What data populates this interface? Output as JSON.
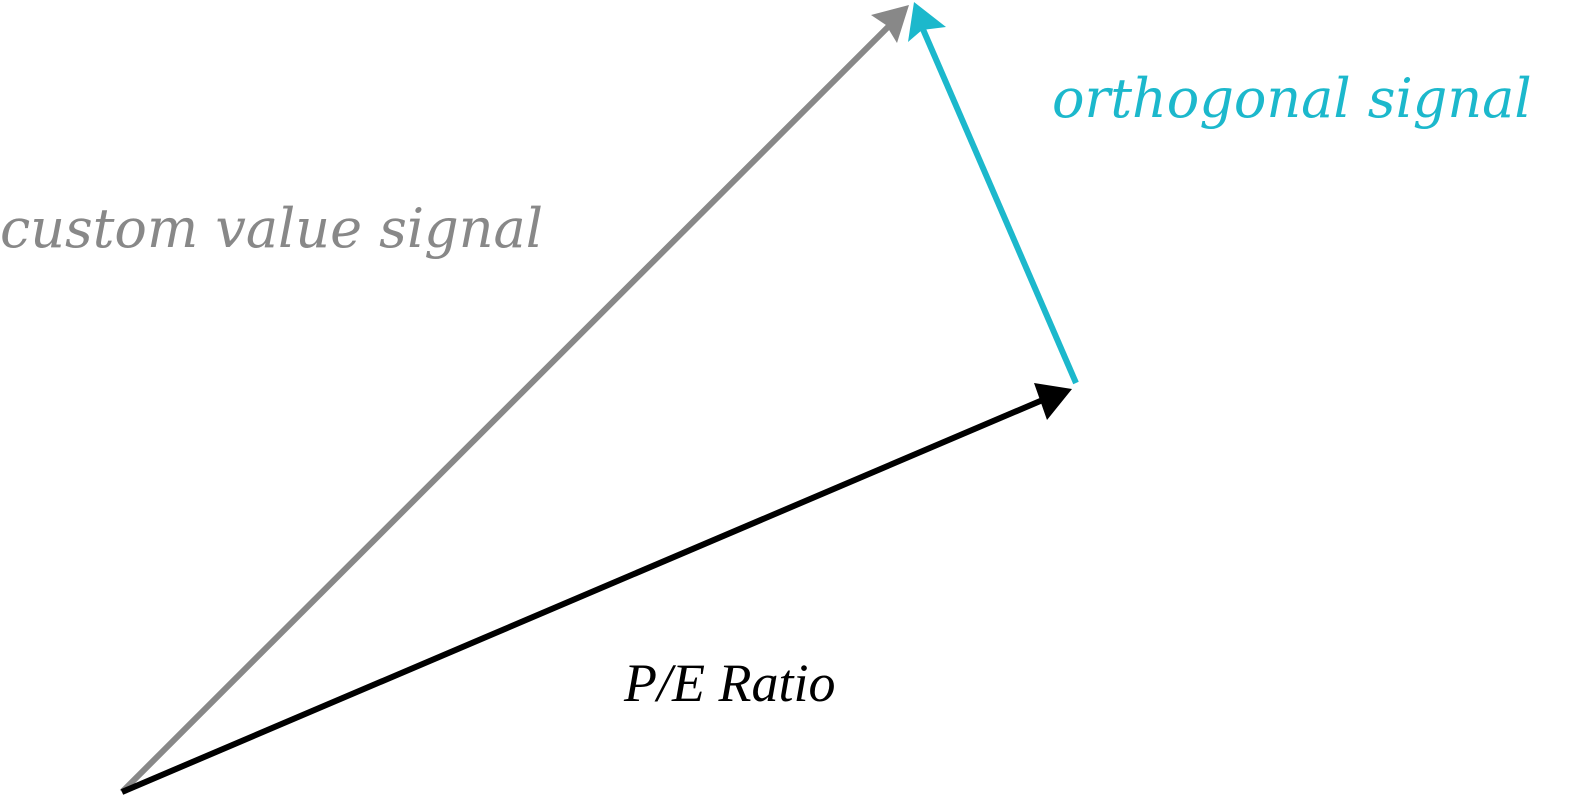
{
  "labels": {
    "custom_value_signal": "custom value signal",
    "orthogonal_signal": "orthogonal signal",
    "pe_ratio": "P/E Ratio"
  },
  "colors": {
    "custom_value_signal": "#888888",
    "orthogonal_signal": "#1cb8cc",
    "pe_ratio": "#000000",
    "background": "#ffffff"
  }
}
